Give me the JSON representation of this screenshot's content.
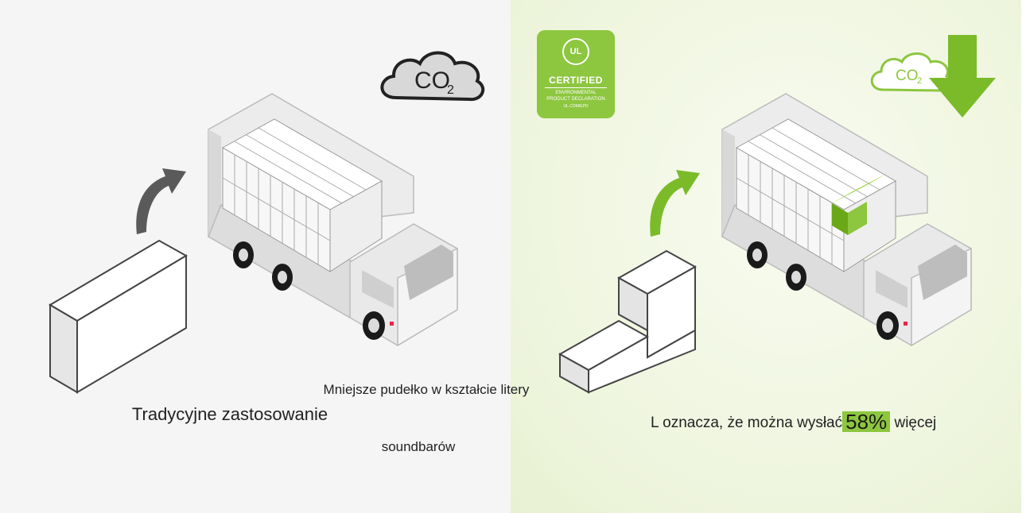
{
  "left": {
    "co2_label": "CO",
    "co2_sub": "2",
    "caption": "Tradycyjne zastosowanie"
  },
  "right": {
    "badge": {
      "logo": "UL",
      "title": "CERTIFIED",
      "line1": "ENVIRONMENTAL",
      "line2": "PRODUCT DECLARATION",
      "url": "UL.COM/EPD"
    },
    "co2_label": "CO",
    "co2_sub": "2",
    "caption_line1": "Mniejsze pudełko w kształcie litery",
    "caption_line2_prefix": "L   oznacza, że można wysłać",
    "caption_highlight": "58%",
    "caption_line2_suffix": " więcej",
    "caption_line3": "soundbarów"
  },
  "colors": {
    "accent_green": "#8dc63f",
    "dark_gray": "#555555",
    "panel_left_bg": "#f5f5f6",
    "panel_right_bg": "#eef5dd"
  },
  "icons": [
    "co2-cloud-icon",
    "co2-down-arrow-icon",
    "curved-arrow-icon",
    "truck-icon",
    "box-icon",
    "l-shaped-box-icon",
    "ul-certified-badge"
  ]
}
